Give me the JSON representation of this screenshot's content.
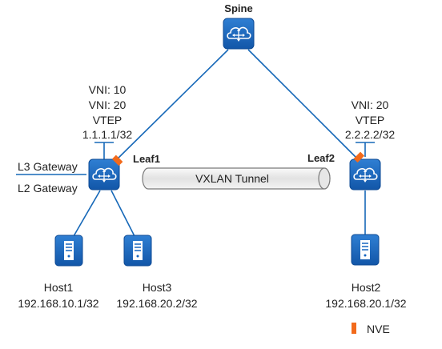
{
  "colors": {
    "device_blue": "#1565c0",
    "device_blue_light": "#2f7fd3",
    "link_blue": "#1668b8",
    "nve_orange": "#f26a1b",
    "tunnel_fill": "#ececec",
    "tunnel_stroke": "#7a7a7a"
  },
  "spine": {
    "label": "Spine",
    "icon": "router-cloud-icon"
  },
  "leaf1": {
    "label": "Leaf1",
    "icon": "router-cloud-icon",
    "vni_lines": [
      "VNI: 10",
      "VNI: 20",
      "VTEP",
      "1.1.1.1/32"
    ],
    "l3_gateway": "L3 Gateway",
    "l2_gateway": "L2 Gateway"
  },
  "leaf2": {
    "label": "Leaf2",
    "icon": "router-cloud-icon",
    "vni_lines": [
      "VNI: 20",
      "VTEP",
      "2.2.2.2/32"
    ]
  },
  "tunnel": {
    "label": "VXLAN Tunnel"
  },
  "hosts": [
    {
      "name": "Host1",
      "ip": "192.168.10.1/32",
      "icon": "server-icon"
    },
    {
      "name": "Host3",
      "ip": "192.168.20.2/32",
      "icon": "server-icon"
    },
    {
      "name": "Host2",
      "ip": "192.168.20.1/32",
      "icon": "server-icon"
    }
  ],
  "legend": {
    "label": "NVE"
  }
}
